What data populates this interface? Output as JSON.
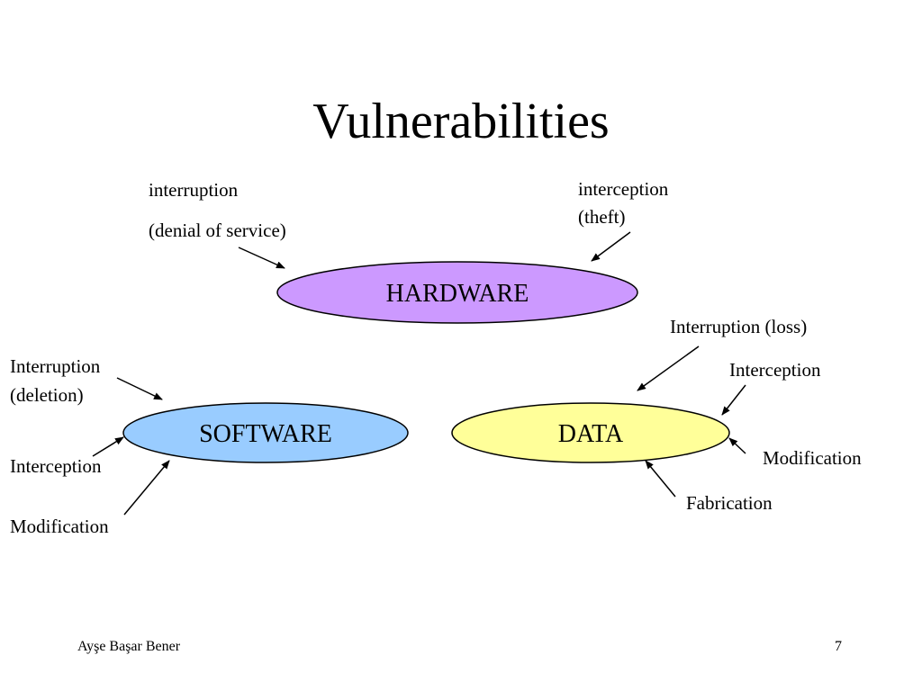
{
  "slide": {
    "title": "Vulnerabilities",
    "footer_author": "Ayşe Başar Bener",
    "page_number": "7"
  },
  "nodes": {
    "hardware": {
      "label": "HARDWARE",
      "fill": "#cc99ff"
    },
    "software": {
      "label": "SOFTWARE",
      "fill": "#99ccff"
    },
    "data": {
      "label": "DATA",
      "fill": "#ffff99"
    }
  },
  "hardware_labels": {
    "interruption": "interruption",
    "denial_of_service": "(denial of service)",
    "interception": "interception",
    "theft": "(theft)"
  },
  "software_labels": {
    "interruption": "Interruption",
    "deletion": "(deletion)",
    "interception": "Interception",
    "modification": "Modification"
  },
  "data_labels": {
    "interruption_loss": "Interruption (loss)",
    "interception": "Interception",
    "modification": "Modification",
    "fabrication": "Fabrication"
  }
}
